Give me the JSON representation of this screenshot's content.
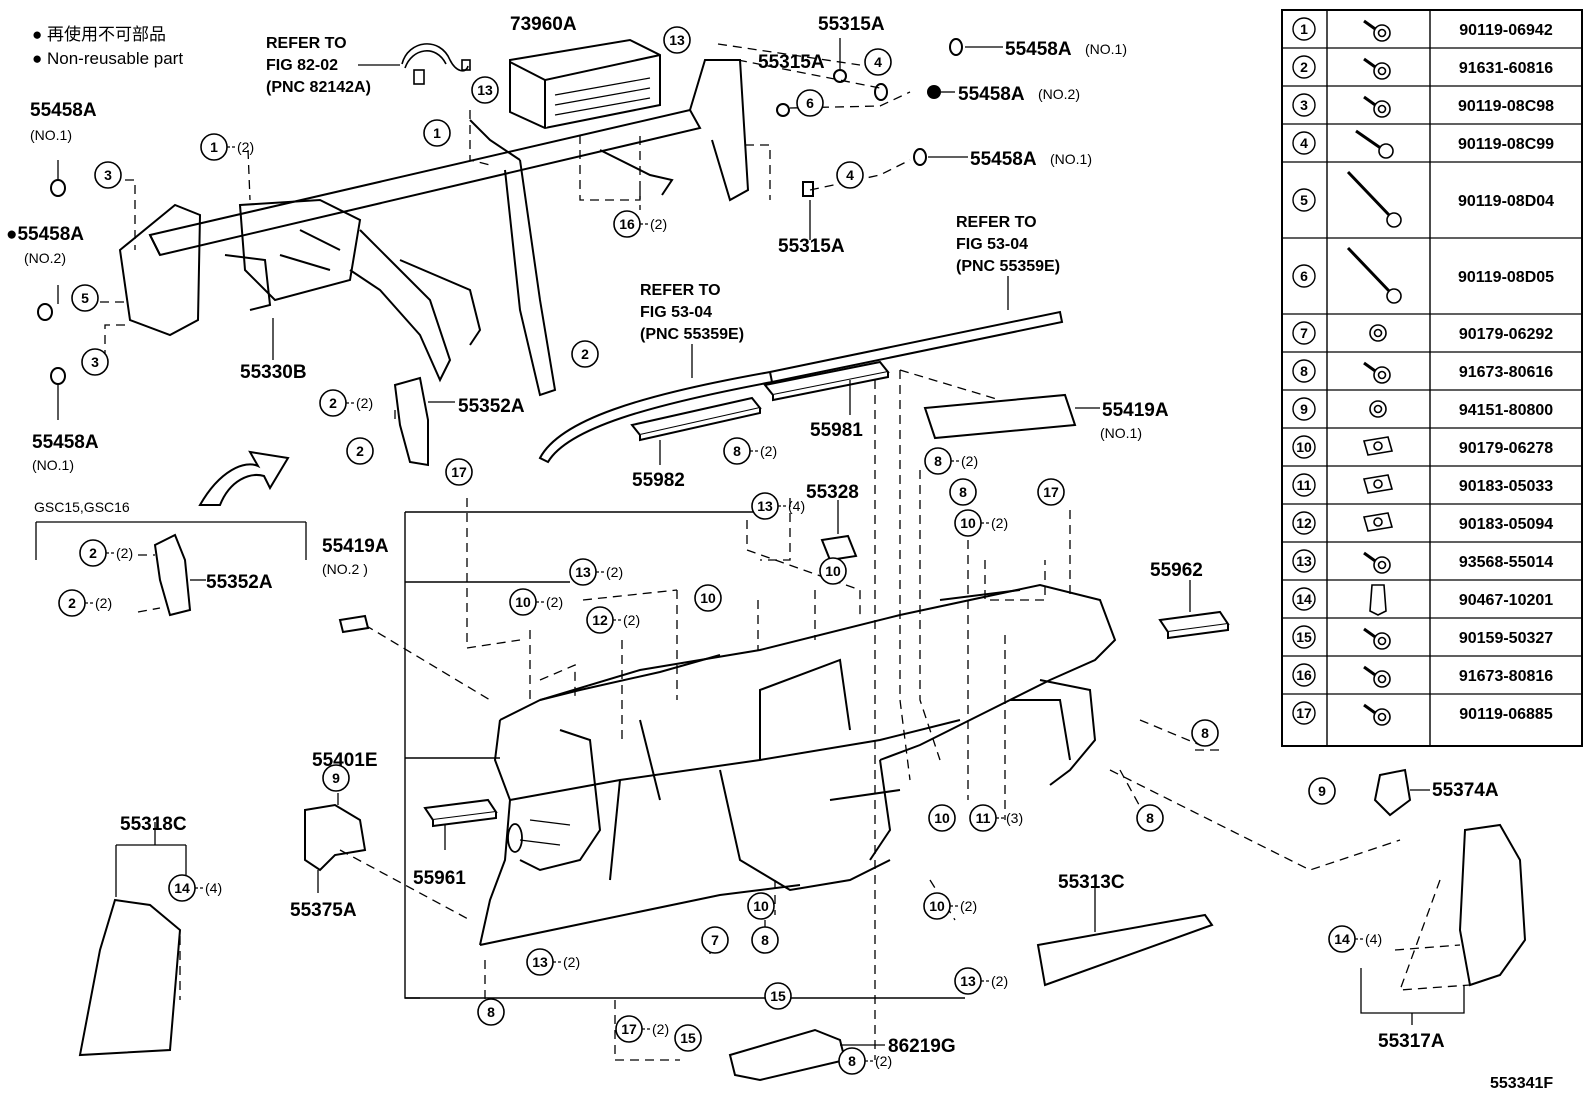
{
  "legend": {
    "line1": "● 再使用不可部品",
    "line2": "● Non-reusable part"
  },
  "diagram_code": "553341F",
  "model_label": "GSC15,GSC16",
  "references": [
    {
      "id": "r82",
      "line1": "REFER TO",
      "line2": "FIG 82-02",
      "line3": "(PNC 82142A)"
    },
    {
      "id": "r53a",
      "line1": "REFER TO",
      "line2": "FIG 53-04",
      "line3": "(PNC 55359E)"
    },
    {
      "id": "r53b",
      "line1": "REFER TO",
      "line2": "FIG 53-04",
      "line3": "(PNC 55359E)"
    }
  ],
  "part_labels": {
    "p73960A": "73960A",
    "p55315A_1": "55315A",
    "p55315A_2": "55315A",
    "p55315A_3": "55315A",
    "p55458A_1": "55458A",
    "p55458A_1n": "(NO.1)",
    "p55458A_2": "55458A",
    "p55458A_2n": "(NO.2)",
    "p55458A_3": "55458A",
    "p55458A_3n": "(NO.1)",
    "p55458A_l1": "55458A",
    "p55458A_l1n": "(NO.1)",
    "p55458A_l2": "●55458A",
    "p55458A_l2n": "(NO.2)",
    "p55458A_l3": "55458A",
    "p55458A_l3n": "(NO.1)",
    "p55330B": "55330B",
    "p55352A_1": "55352A",
    "p55352A_2": "55352A",
    "p55982": "55982",
    "p55981": "55981",
    "p55419A_1": "55419A",
    "p55419A_1n": "(NO.1)",
    "p55419A_2": "55419A",
    "p55419A_2n": "(NO.2 )",
    "p55328": "55328",
    "p55962": "55962",
    "p55401E": "55401E",
    "p55374A": "55374A",
    "p55318C": "55318C",
    "p55375A": "55375A",
    "p55961": "55961",
    "p55313C": "55313C",
    "p86219G": "86219G",
    "p55317A": "55317A"
  },
  "fastener_table": [
    {
      "no": "1",
      "part": "90119-06942",
      "icon": "short-bolt-icon"
    },
    {
      "no": "2",
      "part": "91631-60816",
      "icon": "flange-bolt-icon"
    },
    {
      "no": "3",
      "part": "90119-08C98",
      "icon": "bolt-icon"
    },
    {
      "no": "4",
      "part": "90119-08C99",
      "icon": "long-bolt-icon"
    },
    {
      "no": "5",
      "part": "90119-08D04",
      "icon": "stud-bolt-icon"
    },
    {
      "no": "6",
      "part": "90119-08D05",
      "icon": "stud-bolt-icon"
    },
    {
      "no": "7",
      "part": "90179-06292",
      "icon": "nut-icon"
    },
    {
      "no": "8",
      "part": "91673-80616",
      "icon": "bolt-icon"
    },
    {
      "no": "9",
      "part": "94151-80800",
      "icon": "nut-icon"
    },
    {
      "no": "10",
      "part": "90179-06278",
      "icon": "clip-nut-icon"
    },
    {
      "no": "11",
      "part": "90183-05033",
      "icon": "u-nut-icon"
    },
    {
      "no": "12",
      "part": "90183-05094",
      "icon": "u-nut-icon"
    },
    {
      "no": "13",
      "part": "93568-55014",
      "icon": "screw-icon"
    },
    {
      "no": "14",
      "part": "90467-10201",
      "icon": "clip-icon"
    },
    {
      "no": "15",
      "part": "90159-50327",
      "icon": "screw-icon"
    },
    {
      "no": "16",
      "part": "91673-80816",
      "icon": "bolt-icon"
    },
    {
      "no": "17",
      "part": "90119-06885",
      "icon": "bolt-icon"
    }
  ],
  "callouts": [
    {
      "id": "c1a",
      "n": "1",
      "q": "(2)"
    },
    {
      "id": "c1b",
      "n": "1",
      "q": ""
    },
    {
      "id": "c3a",
      "n": "3",
      "q": ""
    },
    {
      "id": "c3b",
      "n": "3",
      "q": ""
    },
    {
      "id": "c5",
      "n": "5",
      "q": ""
    },
    {
      "id": "c13a",
      "n": "13",
      "q": ""
    },
    {
      "id": "c13b",
      "n": "13",
      "q": ""
    },
    {
      "id": "c4a",
      "n": "4",
      "q": ""
    },
    {
      "id": "c6",
      "n": "6",
      "q": ""
    },
    {
      "id": "c4b",
      "n": "4",
      "q": ""
    },
    {
      "id": "c16",
      "n": "16",
      "q": "(2)"
    },
    {
      "id": "c2a",
      "n": "2",
      "q": ""
    },
    {
      "id": "c2b",
      "n": "2",
      "q": "(2)"
    },
    {
      "id": "c2c",
      "n": "2",
      "q": ""
    },
    {
      "id": "c2d",
      "n": "2",
      "q": "(2)"
    },
    {
      "id": "c2e",
      "n": "2",
      "q": "(2)"
    },
    {
      "id": "c17a",
      "n": "17",
      "q": ""
    },
    {
      "id": "c17b",
      "n": "17",
      "q": ""
    },
    {
      "id": "c8a",
      "n": "8",
      "q": "(2)"
    },
    {
      "id": "c8b",
      "n": "8",
      "q": "(2)"
    },
    {
      "id": "c8c",
      "n": "8",
      "q": ""
    },
    {
      "id": "c13c",
      "n": "13",
      "q": "(4)"
    },
    {
      "id": "c10a",
      "n": "10",
      "q": "(2)"
    },
    {
      "id": "c13d",
      "n": "13",
      "q": "(2)"
    },
    {
      "id": "c10b",
      "n": "10",
      "q": "(2)"
    },
    {
      "id": "c12",
      "n": "12",
      "q": "(2)"
    },
    {
      "id": "c10c",
      "n": "10",
      "q": ""
    },
    {
      "id": "c10d",
      "n": "10",
      "q": ""
    },
    {
      "id": "c8d",
      "n": "8",
      "q": ""
    },
    {
      "id": "c9a",
      "n": "9",
      "q": ""
    },
    {
      "id": "c9b",
      "n": "9",
      "q": ""
    },
    {
      "id": "c14a",
      "n": "14",
      "q": "(4)"
    },
    {
      "id": "c14b",
      "n": "14",
      "q": "(4)"
    },
    {
      "id": "c10e",
      "n": "10",
      "q": ""
    },
    {
      "id": "c11",
      "n": "11",
      "q": "(3)"
    },
    {
      "id": "c8e",
      "n": "8",
      "q": ""
    },
    {
      "id": "c10f",
      "n": "10",
      "q": ""
    },
    {
      "id": "c10g",
      "n": "10",
      "q": "(2)"
    },
    {
      "id": "c7",
      "n": "7",
      "q": ""
    },
    {
      "id": "c8f",
      "n": "8",
      "q": ""
    },
    {
      "id": "c13e",
      "n": "13",
      "q": "(2)"
    },
    {
      "id": "c13f",
      "n": "13",
      "q": "(2)"
    },
    {
      "id": "c8g",
      "n": "8",
      "q": ""
    },
    {
      "id": "c17c",
      "n": "17",
      "q": "(2)"
    },
    {
      "id": "c15a",
      "n": "15",
      "q": ""
    },
    {
      "id": "c15b",
      "n": "15",
      "q": ""
    },
    {
      "id": "c8h",
      "n": "8",
      "q": "(2)"
    }
  ]
}
